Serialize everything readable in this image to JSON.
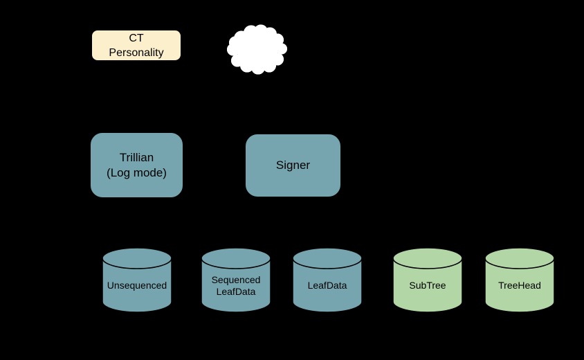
{
  "colors": {
    "background": "#000000",
    "personality_fill": "#FCF0CC",
    "service_fill": "#76A5AF",
    "storage_teal_fill": "#76A5AF",
    "storage_green_fill": "#B2D6A6",
    "cloud_fill": "#FFFFFF",
    "outline": "#000000",
    "text": "#000000"
  },
  "nodes": {
    "ct_personality": {
      "line1": "CT",
      "line2": "Personality"
    },
    "trillian": {
      "line1": "Trillian",
      "line2": "(Log mode)"
    },
    "signer": {
      "label": "Signer"
    },
    "cloud": {
      "icon": "cloud-icon"
    }
  },
  "datastores": {
    "unsequenced": {
      "label": "Unsequenced"
    },
    "sequenced_leafdata": {
      "line1": "Sequenced",
      "line2": "LeafData"
    },
    "leafdata": {
      "label": "LeafData"
    },
    "subtree": {
      "label": "SubTree"
    },
    "treehead": {
      "label": "TreeHead"
    }
  }
}
